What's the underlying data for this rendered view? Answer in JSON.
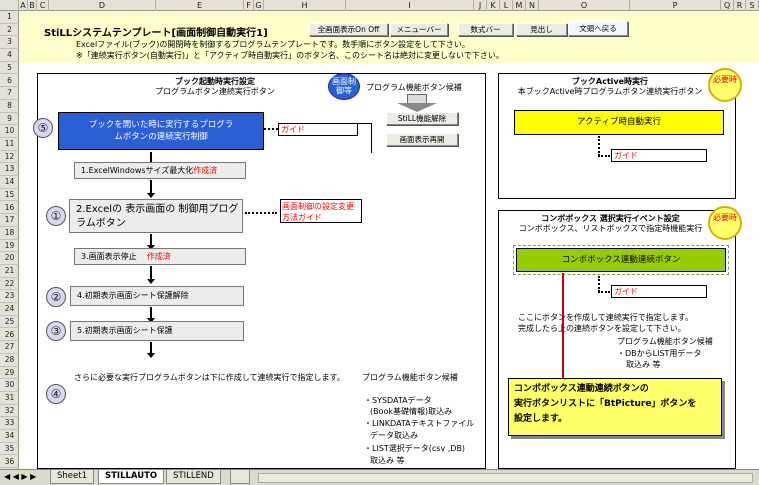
{
  "columns": [
    "A",
    "B",
    "C",
    "D",
    "E",
    "F",
    "G",
    "H",
    "I",
    "J",
    "K",
    "L",
    "M",
    "N",
    "O",
    "P",
    "Q",
    "R",
    "S"
  ],
  "rows": [
    "1",
    "2",
    "3",
    "4",
    "5",
    "6",
    "7",
    "8",
    "9",
    "10",
    "11",
    "12",
    "13",
    "14",
    "15",
    "16",
    "17",
    "18",
    "19",
    "20",
    "21",
    "22",
    "23",
    "24",
    "25",
    "26",
    "27",
    "28",
    "29",
    "30",
    "31",
    "32",
    "33",
    "34",
    "35",
    "36"
  ],
  "header": {
    "title": "StiLLシステムテンプレート[画面制御自動実行1]",
    "desc1": "Excelファイル(ブック)の開閉時を制御するプログラムテンプレートです。数手順にボタン設定をして下さい。",
    "desc2": "※「連続実行ボタン(自動実行)」と「アクティブ時自動実行」のボタン名、このシート名は絶対に変更しないで下さい。"
  },
  "toolbar": {
    "fullscreen": "全画面表示On Off",
    "menubar": "メニューバー",
    "formulabar": "数式バー",
    "heading": "見出し",
    "back": "文頭へ戻る"
  },
  "left": {
    "title": "ブック起動時実行設定",
    "subtitle": "プログラムボタン連続実行ボタン",
    "badge": "画面制御等",
    "candidates": "プログラム機能ボタン候補",
    "main_button": "ブックを開いた時に実行するプログラムボタンの連続実行制御",
    "guide": "ガイド",
    "still_off": "StiLL機能解除",
    "screen_redisplay": "画面表示再開",
    "step1": "1.ExcelWindowsサイズ最大化",
    "step1_done": "作成済",
    "step2": "2.Excelの 表示画面の 制御用プログラムボタン",
    "step2_guide": "画面制御の設定変更方法ガイド",
    "step3": "3.画面表示停止",
    "step3_done": "作成済",
    "step4": "4.初期表示画面シート保護解除",
    "step5": "5.初期表示画面シート保護",
    "n5": "⑤",
    "n1": "①",
    "n2": "②",
    "n3": "③",
    "n4": "④",
    "note": "さらに必要な実行プログラムボタンは下に作成して連続実行で指定します。",
    "note_candidates": "プログラム機能ボタン候補",
    "list1": "・SYSDATAデータ",
    "list1b": "(Book基礎情報)取込み",
    "list2": "・LINKDATAテキストファイル",
    "list2b": "データ取込み",
    "list3": "・LIST選択データ(csv ,DB)",
    "list3b": "取込み 等"
  },
  "right1": {
    "title": "ブックActive時実行",
    "subtitle": "本ブックActive時プログラムボタン連続実行ボタン",
    "required": "必要時",
    "button": "アクティブ時自動実行",
    "guide": "ガイド"
  },
  "right2": {
    "title": "コンボボックス 選択実行イベント設定",
    "subtitle": "コンボボックス、リストボックスで指定時機能実行",
    "required": "必要時",
    "button": "コンボボックス連動連続ボタン",
    "guide": "ガイド",
    "desc1": "ここにボタンを作成して連続実行で指定します。",
    "desc2": "完成したら上の連続ボタンを設定して下さい。",
    "cand": "プログラム機能ボタン候補",
    "cand1": "・DBからLIST用データ",
    "cand2": "取込み 等"
  },
  "callout": {
    "line1": "コンボボックス連動連続ボタンの",
    "line2": "実行ボタンリストに「BtPicture」ボタンを",
    "line3": "設定します。"
  },
  "tabs": [
    "Sheet1",
    "STILLAUTO",
    "STILLEND"
  ]
}
